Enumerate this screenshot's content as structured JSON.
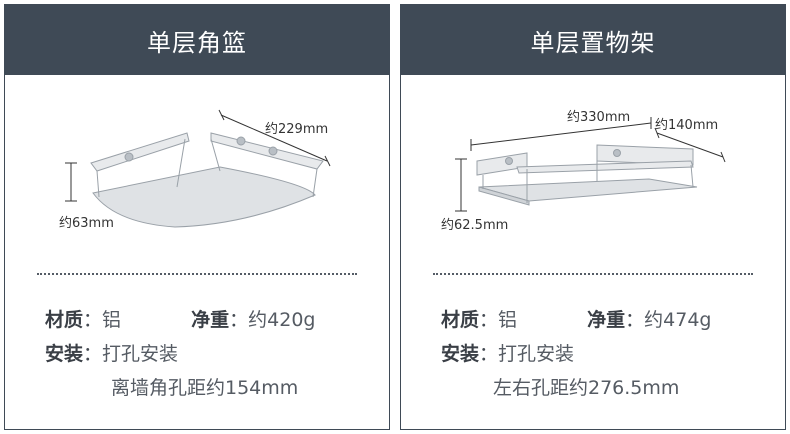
{
  "left": {
    "title": "单层角篮",
    "dim_width": "约229mm",
    "dim_height": "约63mm",
    "material_label": "材质",
    "material_value": "铝",
    "weight_label": "净重",
    "weight_value": "约420g",
    "install_label": "安装",
    "install_value": "打孔安装",
    "hole_note": "离墙角孔距约154mm"
  },
  "right": {
    "title": "单层置物架",
    "dim_width": "约330mm",
    "dim_depth": "约140mm",
    "dim_height": "约62.5mm",
    "material_label": "材质",
    "material_value": "铝",
    "weight_label": "净重",
    "weight_value": "约474g",
    "install_label": "安装",
    "install_value": "打孔安装",
    "hole_note": "左右孔距约276.5mm"
  },
  "colon": "：",
  "colors": {
    "header_bg": "#3f4a56",
    "header_text": "#ffffff"
  }
}
